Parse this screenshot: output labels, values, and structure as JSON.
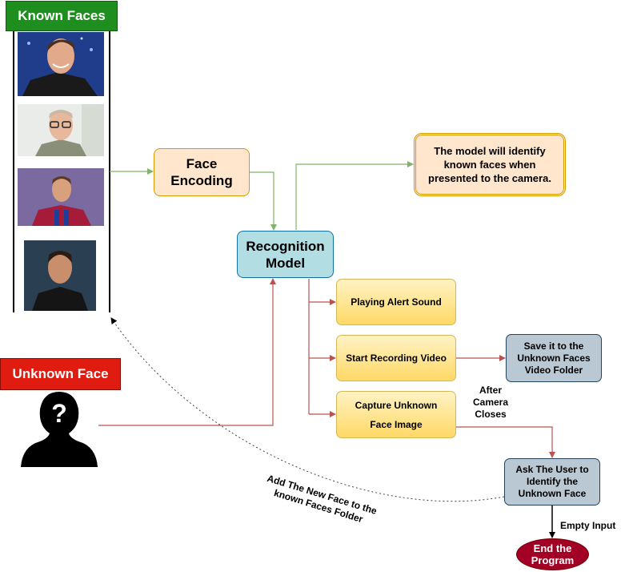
{
  "known_faces": {
    "header": "Known Faces",
    "photos": [
      "Known face photo 1",
      "Known face photo 2",
      "Known face photo 3",
      "Known face photo 4"
    ]
  },
  "unknown_face": {
    "header": "Unknown Face"
  },
  "face_encoding": {
    "label": "Face Encoding"
  },
  "recognition_model": {
    "label": "Recognition Model"
  },
  "identify_note": {
    "label": "The model will identify known faces when presented to the camera."
  },
  "actions": {
    "alert": "Playing Alert Sound",
    "record": "Start Recording Video",
    "capture": "Capture Unknown Face Image"
  },
  "save_video": {
    "label": "Save it to the Unknown Faces Video Folder"
  },
  "ask_user": {
    "label": "Ask The User to Identify the Unknown Face"
  },
  "end_program": {
    "label": "End the Program"
  },
  "edge_labels": {
    "after_camera": "After Camera Closes",
    "empty_input": "Empty Input",
    "add_new_face": "Add The New Face to the known Faces Folder"
  },
  "colors": {
    "known_header": "#1e8e1e",
    "unknown_header": "#e01b0f",
    "encoding_fill": "#ffe6cc",
    "encoding_stroke": "#d79b00",
    "model_fill": "#b1dde3",
    "model_stroke": "#10739e",
    "green_arrow": "#82b366",
    "red_arrow": "#b85450",
    "end_fill": "#a20025"
  }
}
